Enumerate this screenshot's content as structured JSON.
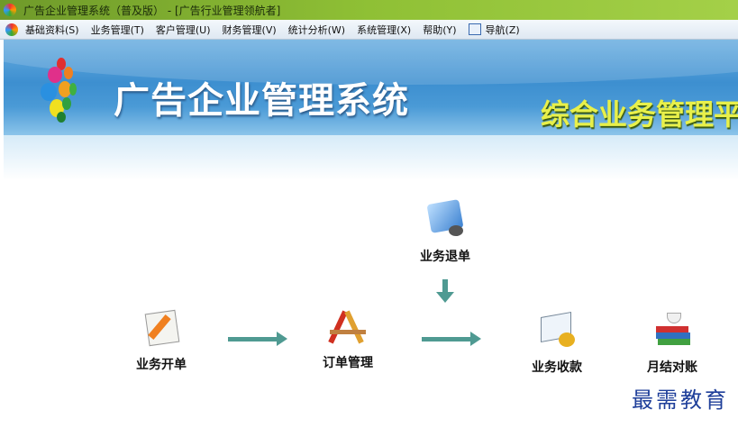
{
  "window": {
    "title": "广告企业管理系统（普及版） - [广告行业管理领航者]"
  },
  "menu": [
    "基础资料(S)",
    "业务管理(T)",
    "客户管理(U)",
    "财务管理(V)",
    "统计分析(W)",
    "系统管理(X)",
    "帮助(Y)",
    "导航(Z)"
  ],
  "banner": {
    "title": "广告企业管理系统",
    "subtitle": "综合业务管理平"
  },
  "flow": {
    "open": "业务开单",
    "order": "订单管理",
    "refund": "业务退单",
    "collect": "业务收款",
    "monthly": "月结对账"
  },
  "watermark": "最需教育",
  "colors": {
    "accent": "#4f9a92",
    "titlebar": "#8fc035",
    "banner": "#3d8fd0"
  }
}
